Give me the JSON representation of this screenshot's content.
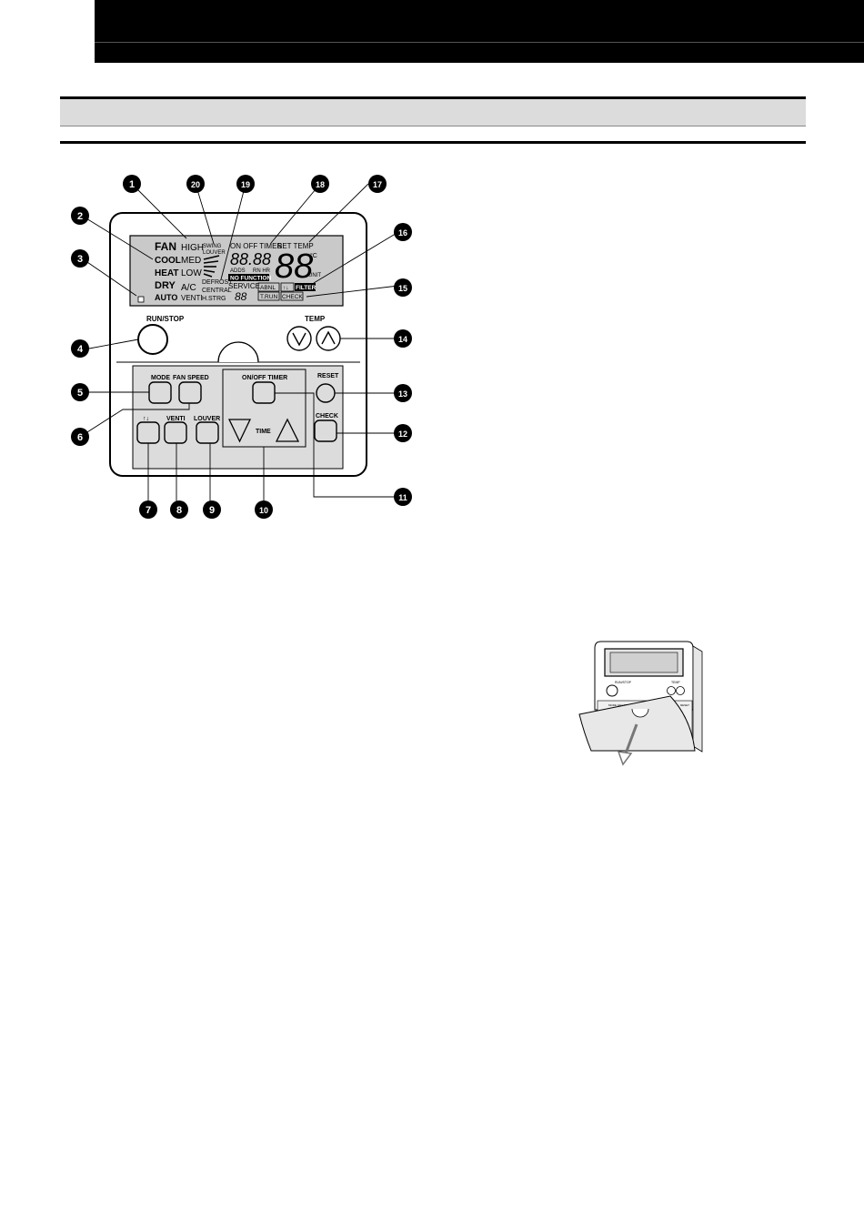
{
  "remote": {
    "lcd": {
      "modes": [
        "FAN",
        "COOL",
        "HEAT",
        "DRY",
        "AUTO"
      ],
      "speeds": [
        "HIGH",
        "MED",
        "LOW",
        "A/C",
        "VENTI"
      ],
      "swing": "SWING",
      "louver": "LOUVER",
      "defrost": "DEFROST",
      "central": "CENTRAL",
      "hstrg": "H.STRG",
      "on_off_timer": "ON OFF TIMER",
      "set_temp": "SET TEMP",
      "timer_digits": "88.88",
      "temp_digits": "88",
      "degree": "°C",
      "adds": "ADDS",
      "rn_hr": "RN HR",
      "unit": "UNIT",
      "no_function": "NO FUNCTION",
      "service": "SERVICE",
      "service_digits": "88",
      "abnl": "ABNL",
      "filter": "FILTER",
      "trun": "T.RUN",
      "check_ind": "CHECK",
      "arrows_ind": "↑↓"
    },
    "buttons": {
      "run_stop": "RUN/STOP",
      "temp": "TEMP",
      "mode": "MODE",
      "fan_speed": "FAN SPEED",
      "on_off_timer": "ON/OFF TIMER",
      "reset": "RESET",
      "check": "CHECK",
      "swing_arrows": "↑↓",
      "venti": "VENTI",
      "louver": "LOUVER",
      "time": "TIME"
    }
  },
  "callouts": [
    "1",
    "2",
    "3",
    "4",
    "5",
    "6",
    "7",
    "8",
    "9",
    "10",
    "11",
    "12",
    "13",
    "14",
    "15",
    "16",
    "17",
    "18",
    "19",
    "20"
  ],
  "cover_figure": {
    "run_stop": "RUN/STOP",
    "temp": "TEMP",
    "mode_fan": "MODE FAN SPEED",
    "onoff_timer": "ON/OFF TIMER",
    "reset": "RESET"
  }
}
